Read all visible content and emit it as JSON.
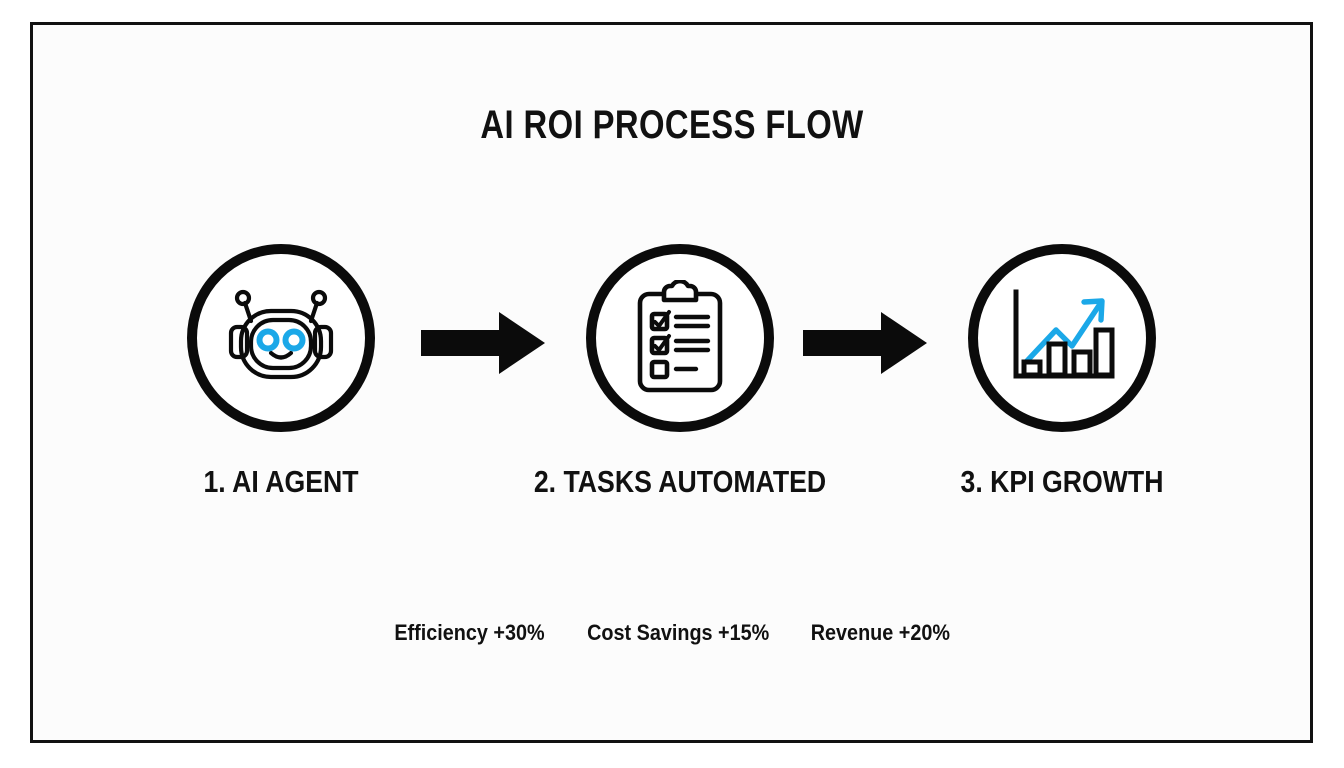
{
  "slide": {
    "title": "AI ROI PROCESS FLOW",
    "background_color": "#ffffff",
    "frame_color": "#111111",
    "accent_color": "#1ba8e8",
    "ink_color": "#0b0b0b"
  },
  "steps": [
    {
      "id": "ai-agent",
      "label": "1. AI AGENT",
      "icon": "robot-icon"
    },
    {
      "id": "tasks-automated",
      "label": "2. TASKS AUTOMATED",
      "icon": "clipboard-checklist-icon"
    },
    {
      "id": "kpi-growth",
      "label": "3. KPI GROWTH",
      "icon": "bar-chart-growth-icon"
    }
  ],
  "connectors": [
    {
      "id": "connector-1",
      "icon": "arrow-right-icon"
    },
    {
      "id": "connector-2",
      "icon": "arrow-right-icon"
    }
  ],
  "metrics": [
    {
      "id": "efficiency",
      "text": "Efficiency +30%"
    },
    {
      "id": "cost-savings",
      "text": "Cost Savings +15%"
    },
    {
      "id": "revenue",
      "text": "Revenue +20%"
    }
  ]
}
